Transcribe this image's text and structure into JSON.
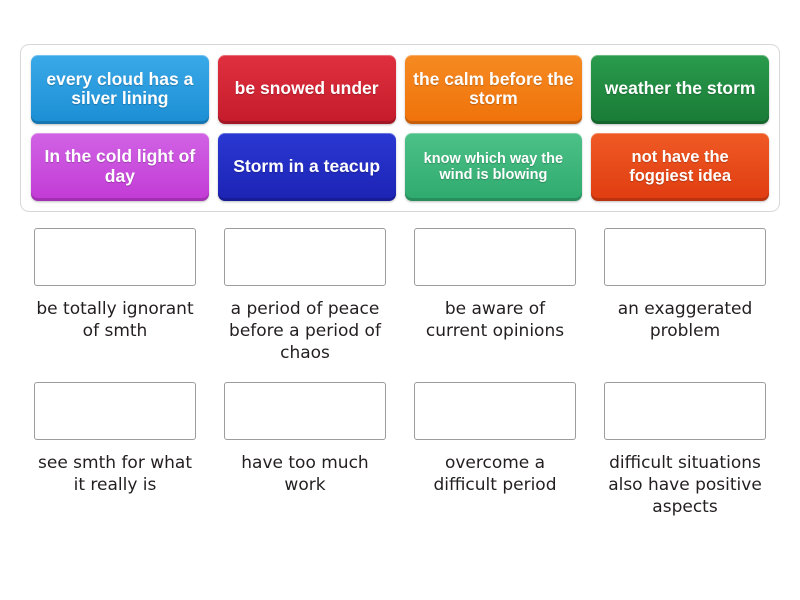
{
  "activity": {
    "type": "match-up",
    "tray": {
      "tiles": [
        {
          "label": "every cloud has a silver lining",
          "color_top": "#3aa9e8",
          "color_bottom": "#1b8ed4",
          "size": "lg"
        },
        {
          "label": "be snowed under",
          "color_top": "#e0303f",
          "color_bottom": "#c41b2b",
          "size": "lg"
        },
        {
          "label": "the calm before the storm",
          "color_top": "#f68a22",
          "color_bottom": "#ef7209",
          "size": "lg"
        },
        {
          "label": "weather the storm",
          "color_top": "#2a9b4c",
          "color_bottom": "#197a36",
          "size": "lg"
        },
        {
          "label": "In the cold light of day",
          "color_top": "#d163e4",
          "color_bottom": "#c23ad6",
          "size": "lg"
        },
        {
          "label": "Storm in a teacup",
          "color_top": "#2a38d2",
          "color_bottom": "#1c23b4",
          "size": "lg"
        },
        {
          "label": "know which way the wind is blowing",
          "color_top": "#4cc188",
          "color_bottom": "#2faa6e",
          "size": "sm"
        },
        {
          "label": "not have the foggiest idea",
          "color_top": "#ef5a24",
          "color_bottom": "#e03c11",
          "size": "md"
        }
      ]
    },
    "answers": {
      "rows": [
        [
          {
            "text": "be totally ignorant of smth"
          },
          {
            "text": "a period of peace before a period of chaos"
          },
          {
            "text": "be aware of current opinions"
          },
          {
            "text": "an exaggerated problem"
          }
        ],
        [
          {
            "text": "see smth for what it really is"
          },
          {
            "text": "have too much work"
          },
          {
            "text": "overcome a difficult period"
          },
          {
            "text": "difficult situations also have positive aspects"
          }
        ]
      ]
    }
  }
}
